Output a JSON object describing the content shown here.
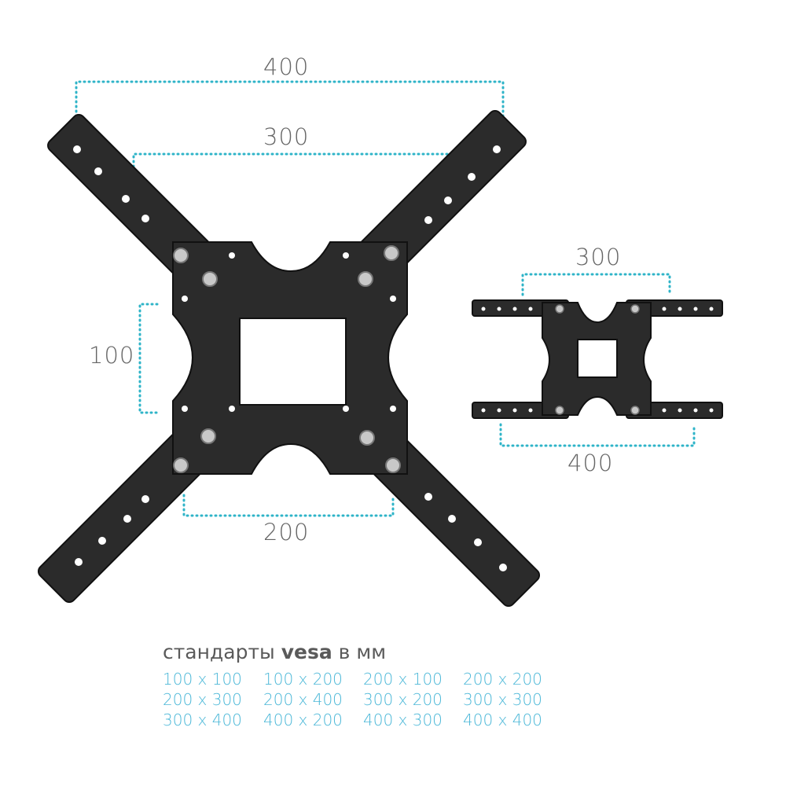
{
  "dimensions": {
    "main_width_outer": "400",
    "main_width_inner": "300",
    "main_height": "100",
    "main_bottom_width": "200",
    "side_top_width": "300",
    "side_bottom_width": "400"
  },
  "standards": {
    "title_prefix": "стандарты",
    "title_bold": "vesa",
    "title_suffix": "в мм",
    "sizes": [
      "100 x 100",
      "100 x 200",
      "200 x 100",
      "200 x 200",
      "200 x 300",
      "200 x 400",
      "300 x 200",
      "300 x 300",
      "300 x 400",
      "400 x 200",
      "400 x 300",
      "400 x 400"
    ]
  },
  "colors": {
    "accent": "#2fb4c8",
    "bracket": "#2b2b2b",
    "text": "#5a5a5a"
  }
}
